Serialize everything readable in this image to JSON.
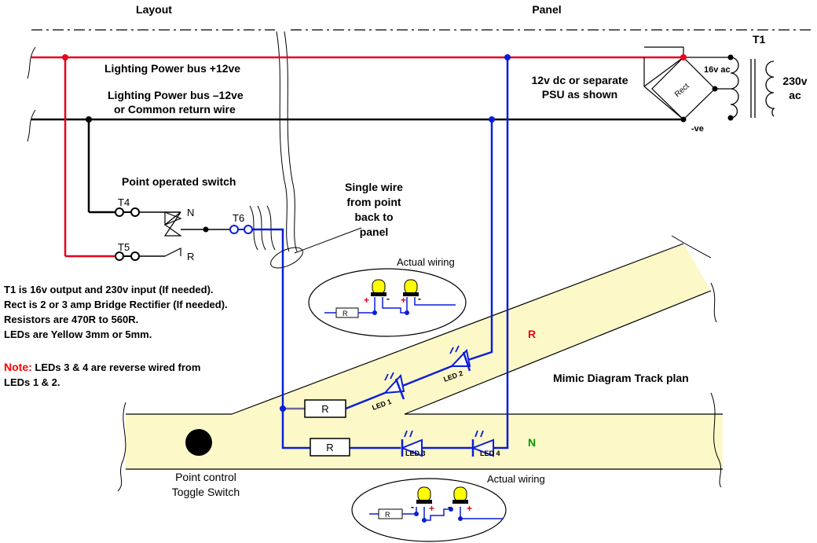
{
  "header": {
    "layout": "Layout",
    "panel": "Panel"
  },
  "bus": {
    "positive": "Lighting Power bus +12ve",
    "negative_line1": "Lighting Power bus –12ve",
    "negative_line2": "or Common return wire",
    "psu_line1": "12v dc or separate",
    "psu_line2": "PSU as shown"
  },
  "transformer": {
    "name": "T1",
    "secondary": "16v ac",
    "primary_line1": "230v",
    "primary_line2": "ac",
    "rectifier": "Rect",
    "neg": "-ve"
  },
  "switch": {
    "title": "Point operated switch",
    "t4": "T4",
    "t5": "T5",
    "t6": "T6",
    "n": "N",
    "r": "R"
  },
  "single_wire": {
    "line1": "Single wire",
    "line2": "from point",
    "line3": "back to",
    "line4": "panel"
  },
  "notes": {
    "line1": "T1 is 16v output and 230v input (If needed).",
    "line2": "Rect is 2 or 3 amp Bridge Rectifier (If needed).",
    "line3": "Resistors are 470R to 560R.",
    "line4": "LEDs are Yellow 3mm or 5mm.",
    "note_label": "Note:",
    "note_text1": " LEDs 3 & 4 are reverse wired from",
    "note_text2": "LEDs 1 & 2."
  },
  "track": {
    "mimic": "Mimic Diagram Track plan",
    "r_label": "R",
    "n_label": "N",
    "toggle_line1": "Point control",
    "toggle_line2": "Toggle Switch",
    "res1": "R",
    "res2": "R",
    "led1": "LED 1",
    "led2": "LED 2",
    "led3": "LED 3",
    "led4": "LED 4"
  },
  "wiring": {
    "top_title": "Actual wiring",
    "top_res": "R",
    "bottom_title": "Actual wiring",
    "bottom_res": "R",
    "plus": "+",
    "minus": "-"
  },
  "colors": {
    "positive_wire": "#e8001c",
    "negative_wire": "#000000",
    "led_wire": "#0a1ed8",
    "track_fill": "#fcf8c8",
    "led_yellow": "#ffff00",
    "note_red": "#ff0000",
    "n_green": "#009900"
  }
}
